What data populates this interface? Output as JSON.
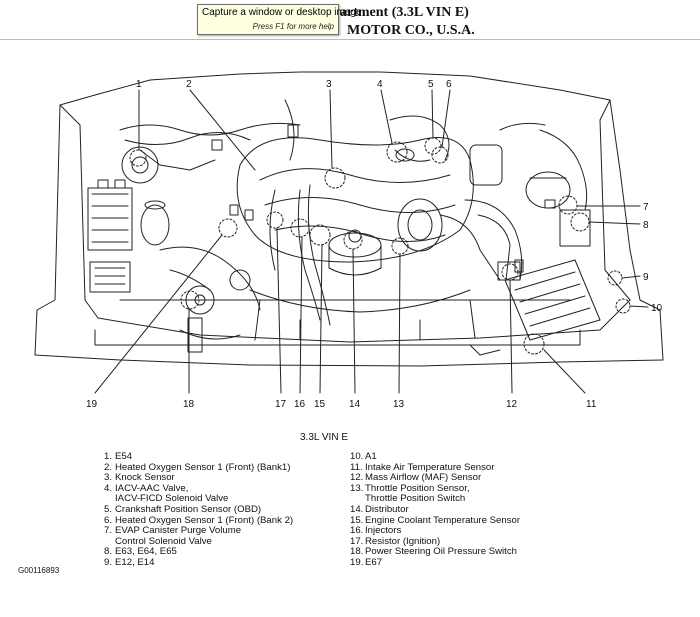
{
  "title": {
    "line1": "artment (3.3L VIN E)",
    "line2": "MOTOR CO., U.S.A."
  },
  "tooltip": {
    "text": "Capture a window or desktop image",
    "hint": "Press F1 for more help"
  },
  "diagram": {
    "variant_label": "3.3L VIN E",
    "figure_code": "G00116893",
    "callouts": [
      "1",
      "2",
      "3",
      "4",
      "5",
      "6",
      "7",
      "8",
      "9",
      "10",
      "11",
      "12",
      "13",
      "14",
      "15",
      "16",
      "17",
      "18",
      "19"
    ]
  },
  "legend": {
    "left": [
      {
        "num": "1.",
        "text": "E54"
      },
      {
        "num": "2.",
        "text": "Heated Oxygen Sensor 1 (Front) (Bank1)"
      },
      {
        "num": "3.",
        "text": "Knock Sensor"
      },
      {
        "num": "4.",
        "text": "IACV-AAC Valve,",
        "cont": "IACV-FICD Solenoid Valve"
      },
      {
        "num": "5.",
        "text": "Crankshaft Position Sensor (OBD)"
      },
      {
        "num": "6.",
        "text": "Heated Oxygen Sensor 1 (Front) (Bank 2)"
      },
      {
        "num": "7.",
        "text": "EVAP Canister Purge Volume",
        "cont": "Control Solenoid Valve"
      },
      {
        "num": "8.",
        "text": "E63, E64, E65"
      },
      {
        "num": "9.",
        "text": "E12, E14"
      }
    ],
    "right": [
      {
        "num": "10.",
        "text": "A1"
      },
      {
        "num": "11.",
        "text": "Intake Air Temperature Sensor"
      },
      {
        "num": "12.",
        "text": "Mass Airflow (MAF) Sensor"
      },
      {
        "num": "13.",
        "text": "Throttle Position Sensor,",
        "cont": "Throttle Position Switch"
      },
      {
        "num": "14.",
        "text": "Distributor"
      },
      {
        "num": "15.",
        "text": "Engine Coolant Temperature Sensor"
      },
      {
        "num": "16.",
        "text": "Injectors"
      },
      {
        "num": "17.",
        "text": "Resistor (Ignition)"
      },
      {
        "num": "18.",
        "text": "Power Steering Oil Pressure Switch"
      },
      {
        "num": "19.",
        "text": "E67"
      }
    ]
  }
}
